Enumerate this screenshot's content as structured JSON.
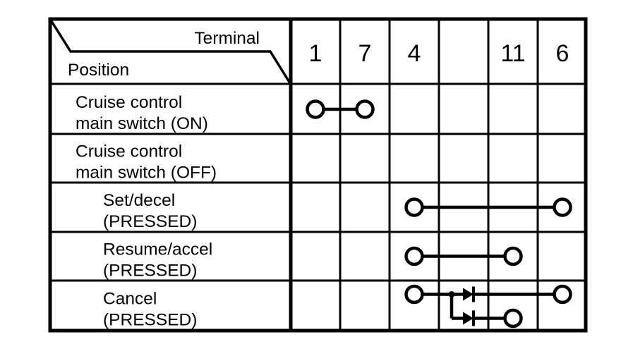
{
  "colors": {
    "ink": "#000000",
    "background": "#ffffff"
  },
  "table": {
    "corner_top_label": "Terminal",
    "corner_bottom_label": "Position",
    "terminals": [
      "1",
      "7",
      "4",
      "",
      "11",
      "6"
    ],
    "rows": [
      {
        "id": "cruise-main-on",
        "lines": [
          "Cruise control",
          "main switch (ON)"
        ],
        "indent": 1,
        "connection": {
          "type": "direct",
          "from_col": 0,
          "to_col": 1,
          "terminals": [
            "1",
            "7"
          ]
        }
      },
      {
        "id": "cruise-main-off",
        "lines": [
          "Cruise control",
          "main switch (OFF)"
        ],
        "indent": 1,
        "connection": null
      },
      {
        "id": "set-decel",
        "lines": [
          "Set/decel",
          "(PRESSED)"
        ],
        "indent": 2,
        "connection": {
          "type": "direct",
          "from_col": 2,
          "to_col": 5,
          "terminals": [
            "4",
            "6"
          ]
        }
      },
      {
        "id": "resume-accel",
        "lines": [
          "Resume/accel",
          "(PRESSED)"
        ],
        "indent": 2,
        "connection": {
          "type": "direct",
          "from_col": 2,
          "to_col": 4,
          "terminals": [
            "4",
            "11"
          ]
        }
      },
      {
        "id": "cancel",
        "lines": [
          "Cancel",
          "(PRESSED)"
        ],
        "indent": 2,
        "connection": {
          "type": "branched_diodes",
          "from_col": 2,
          "upper_to_col": 5,
          "lower_to_col": 4,
          "terminals": [
            "4",
            "11",
            "6"
          ],
          "symbols": [
            "diode-upper-branch",
            "diode-lower-branch",
            "junction-dot"
          ]
        }
      }
    ]
  }
}
